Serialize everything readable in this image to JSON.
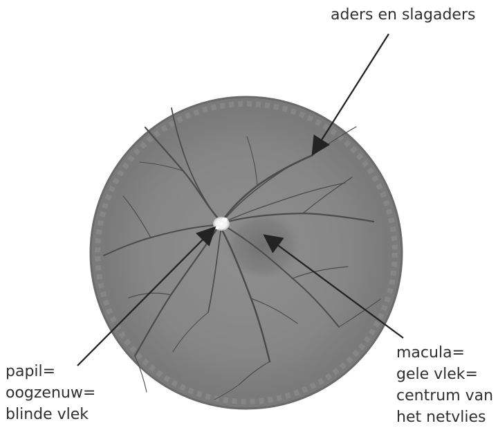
{
  "labels": {
    "vessels": "aders en slagaders",
    "optic_disc": [
      "papil=",
      "oogzenuw=",
      "blinde vlek"
    ],
    "macula": [
      "macula=",
      "gele vlek=",
      "centrum van",
      "het netvlies"
    ]
  }
}
